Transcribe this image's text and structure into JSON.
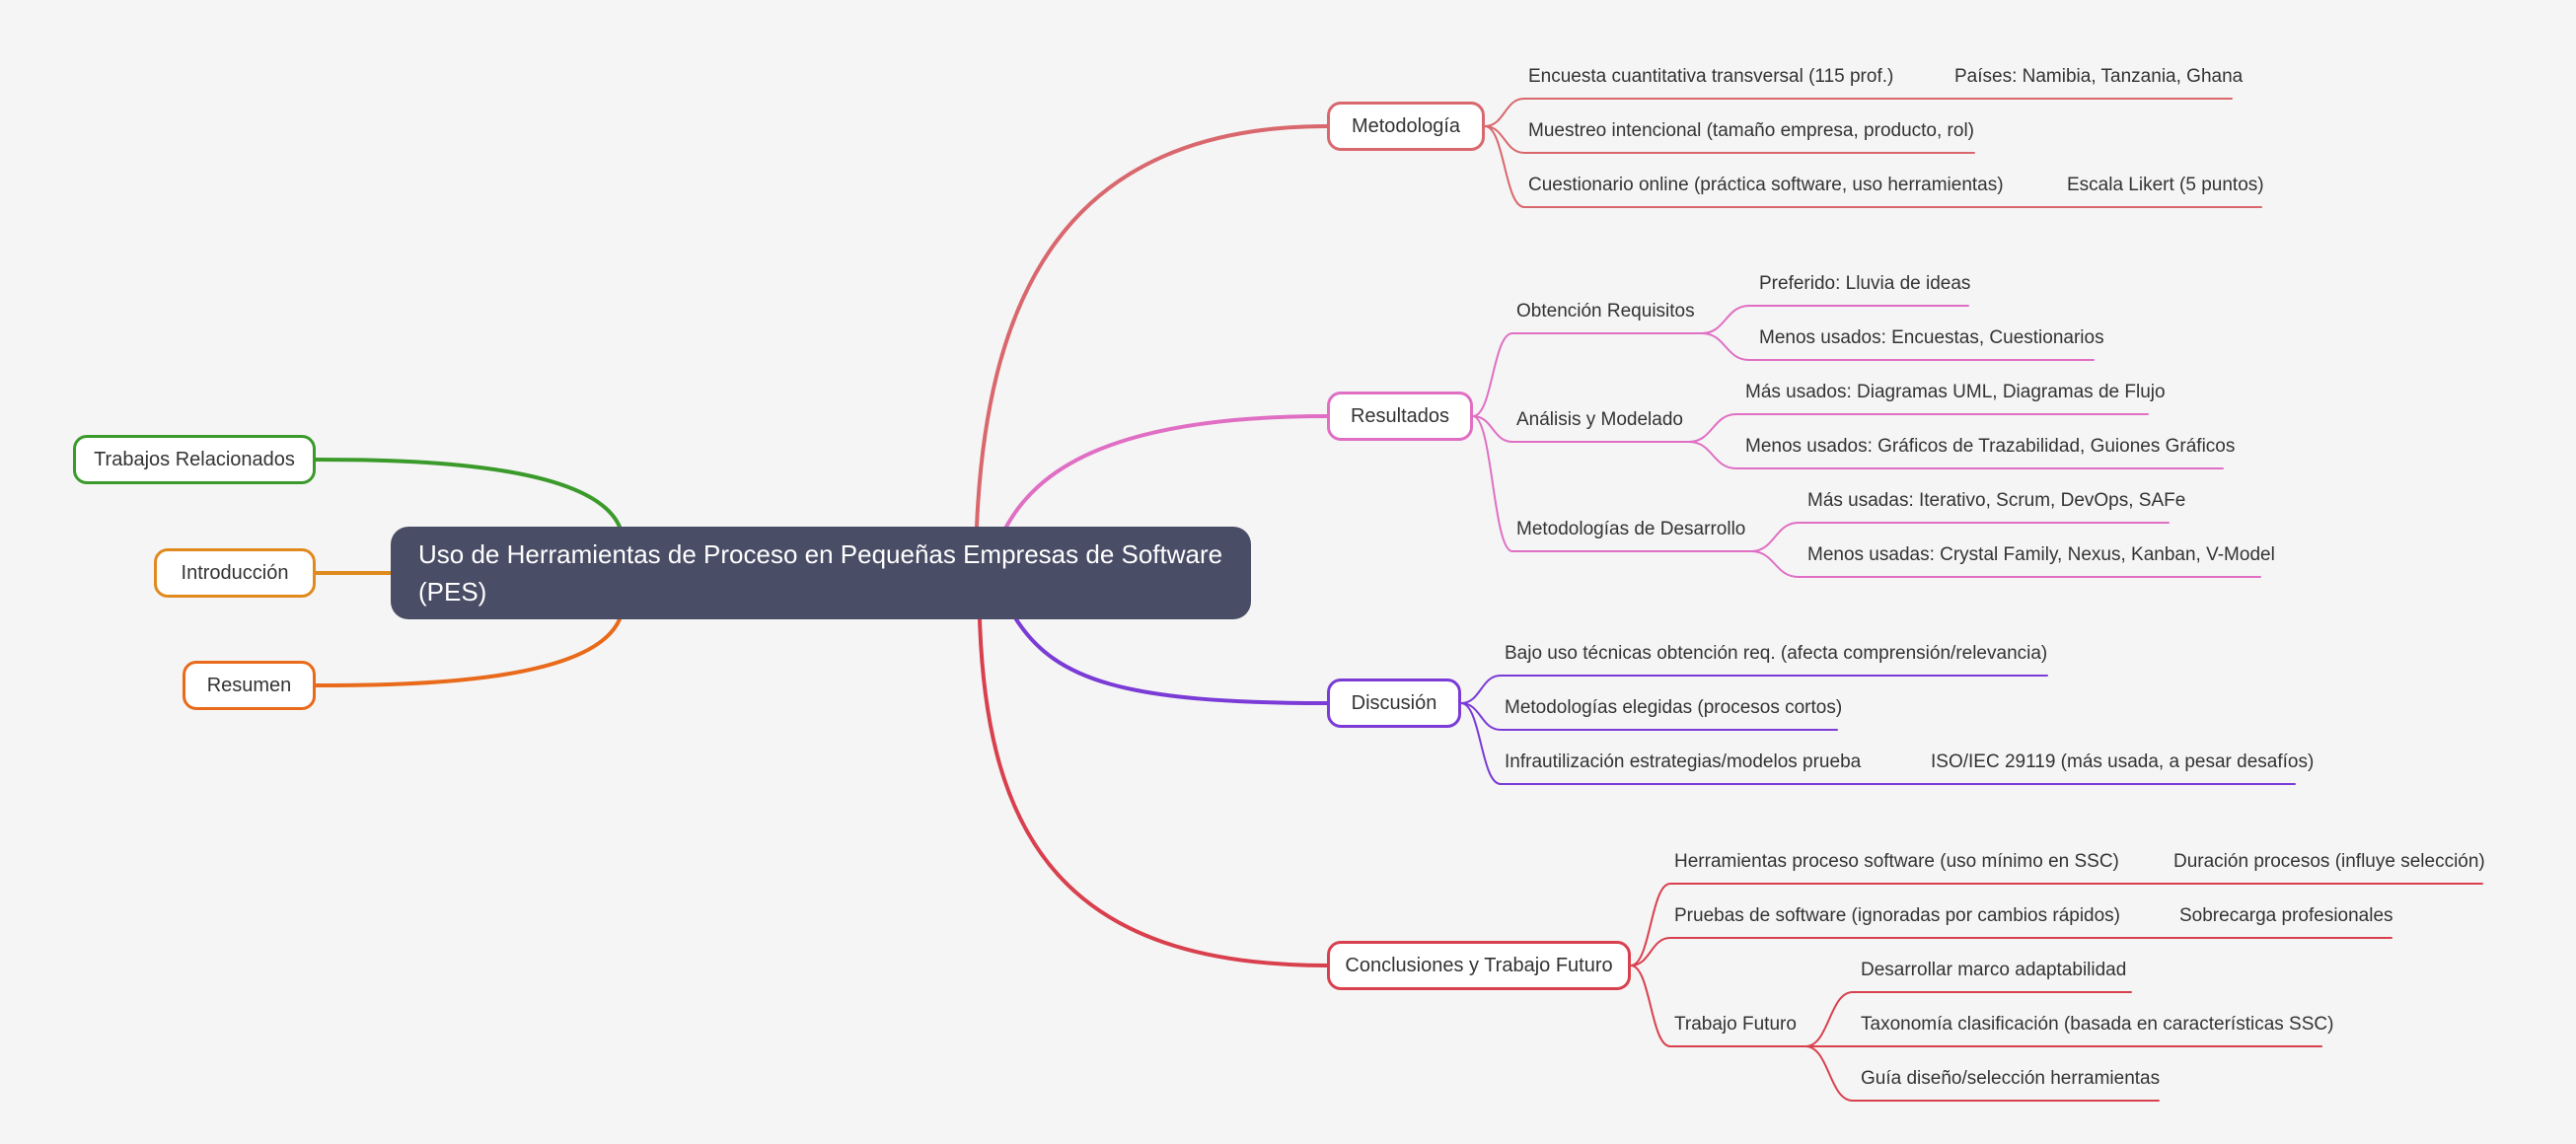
{
  "root": {
    "title": "Uso de Herramientas de Proceso en Pequeñas Empresas de Software (PES)"
  },
  "colors": {
    "root_bg": "#4a4d66",
    "trabajos": "#3a9a2a",
    "introduccion": "#e08a1e",
    "resumen": "#e86a1a",
    "metodologia": "#d9686e",
    "resultados": "#e06fc4",
    "discusion": "#7a3bd6",
    "conclusiones": "#d9404e"
  },
  "left": {
    "trabajos": "Trabajos Relacionados",
    "introduccion": "Introducción",
    "resumen": "Resumen"
  },
  "metodologia": {
    "label": "Metodología",
    "encuesta": "Encuesta cuantitativa transversal (115 prof.)",
    "paises": "Países: Namibia, Tanzania, Ghana",
    "muestreo": "Muestreo intencional (tamaño empresa, producto, rol)",
    "cuestionario": "Cuestionario online (práctica software, uso herramientas)",
    "likert": "Escala Likert (5 puntos)"
  },
  "resultados": {
    "label": "Resultados",
    "obtencion": "Obtención Requisitos",
    "preferido": "Preferido: Lluvia de ideas",
    "menos_usados_enc": "Menos usados: Encuestas, Cuestionarios",
    "analisis": "Análisis y Modelado",
    "mas_usados_uml": "Más usados: Diagramas UML, Diagramas de Flujo",
    "menos_usados_graf": "Menos usados: Gráficos de Trazabilidad, Guiones Gráficos",
    "metodologias": "Metodologías de Desarrollo",
    "mas_usadas": "Más usadas: Iterativo, Scrum, DevOps, SAFe",
    "menos_usadas": "Menos usadas: Crystal Family, Nexus, Kanban, V-Model"
  },
  "discusion": {
    "label": "Discusión",
    "bajo_uso": "Bajo uso técnicas obtención req. (afecta comprensión/relevancia)",
    "elegidas": "Metodologías elegidas (procesos cortos)",
    "infrautilizacion": "Infrautilización estrategias/modelos prueba",
    "iso": "ISO/IEC 29119 (más usada, a pesar desafíos)"
  },
  "conclusiones": {
    "label": "Conclusiones y Trabajo Futuro",
    "herramientas": "Herramientas proceso software (uso mínimo en SSC)",
    "duracion": "Duración procesos (influye selección)",
    "pruebas": "Pruebas de software (ignoradas por cambios rápidos)",
    "sobrecarga": "Sobrecarga profesionales",
    "futuro": "Trabajo Futuro",
    "marco": "Desarrollar marco adaptabilidad",
    "taxonomia": "Taxonomía clasificación (basada en características SSC)",
    "guia": "Guía diseño/selección herramientas"
  }
}
